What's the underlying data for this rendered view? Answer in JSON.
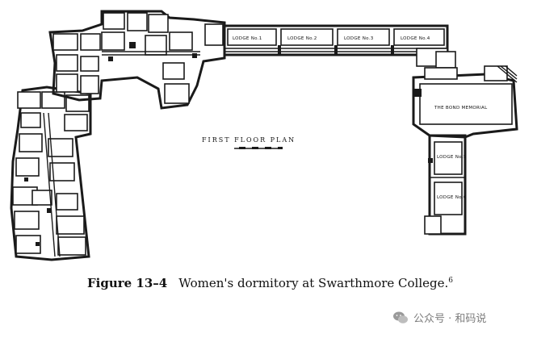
{
  "plan": {
    "title": "FIRST FLOOR PLAN",
    "wing_lodge_1": "LODGE No.1",
    "wing_lodge_2": "LODGE No.2",
    "wing_lodge_3": "LODGE No.3",
    "wing_lodge_4": "LODGE No.4",
    "lodge_5": "LODGE No.5",
    "lodge_6": "LODGE No.6",
    "memorial": "THE BOND MEMORIAL"
  },
  "caption": {
    "figure_number": "Figure 13–4",
    "text": "Women's dormitory at Swarthmore College.",
    "footnote": "6"
  },
  "watermark": {
    "text": "公众号 · 和码说"
  },
  "colors": {
    "ink": "#1a1a1a",
    "watermark": "#7d7d7d"
  }
}
